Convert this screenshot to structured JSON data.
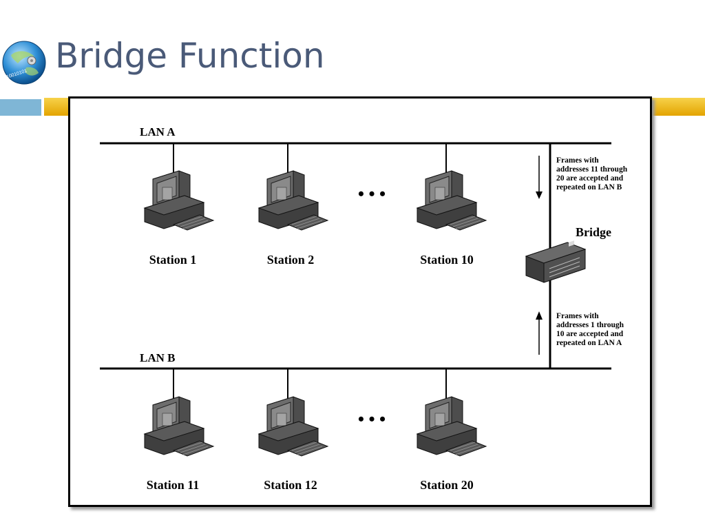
{
  "slide": {
    "title": "Bridge Function",
    "logo_text": "10010101"
  },
  "diagram": {
    "lan_a_label": "LAN A",
    "lan_b_label": "LAN B",
    "lan_a_stations": [
      "Station 1",
      "Station 2",
      "Station 10"
    ],
    "lan_b_stations": [
      "Station 11",
      "Station 12",
      "Station 20"
    ],
    "bridge_label": "Bridge",
    "ellipsis": "• • •",
    "note_a_to_b": [
      "Frames with",
      "addresses 11 through",
      "20 are accepted and",
      "repeated on LAN B"
    ],
    "note_b_to_a": [
      "Frames with",
      "addresses 1 through",
      "10 are accepted and",
      "repeated on LAN A"
    ]
  },
  "colors": {
    "title": "#4a5a78",
    "accent_blue": "#7fb6d6",
    "accent_gold": "#e3a400"
  }
}
